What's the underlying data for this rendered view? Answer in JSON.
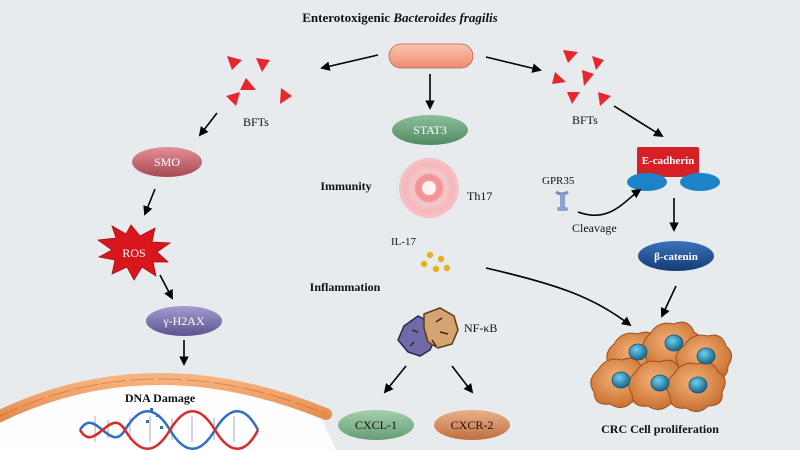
{
  "title": {
    "prefix": "Enterotoxigenic ",
    "species": "Bacteroides fragilis"
  },
  "left_branch": {
    "toxin_label": "BFTs",
    "smo_label": "SMO",
    "ros_label": "ROS",
    "h2ax_label": "γ-H2AX",
    "dna_label": "DNA Damage"
  },
  "center_branch": {
    "stat3_label": "STAT3",
    "immunity_label": "Immunity",
    "th17_label": "Th17",
    "il17_label": "IL-17",
    "inflammation_label": "Inflammation",
    "nfkb_label": "NF-κB",
    "cxcl1_label": "CXCL-1",
    "cxcr2_label": "CXCR-2"
  },
  "right_branch": {
    "toxin_label": "BFTs",
    "gpr35_label": "GPR35",
    "cleavage_label": "Cleavage",
    "ecadherin_label": "E-cadherin",
    "betacatenin_label": "β-catenin",
    "crc_label": "CRC Cell proliferation"
  },
  "colors": {
    "background": "#e7ebee",
    "toxin_red": "#e8262e",
    "bacterium": "#f6a48a",
    "stat3_green": "#6aa27d",
    "smo_pink": "#c96871",
    "ros_red": "#d9161c",
    "h2ax_purple": "#7a73ad",
    "cxcl_green": "#7fb08a",
    "cxcr_orange": "#d68a5a",
    "cadherin_red": "#d71f26",
    "cadherin_blue": "#1b84c9",
    "catenin_blue": "#1f4f95",
    "il17_gold": "#e3b21c",
    "cell_orange": "#e0904f",
    "nucleus_teal": "#2f8fb0"
  }
}
